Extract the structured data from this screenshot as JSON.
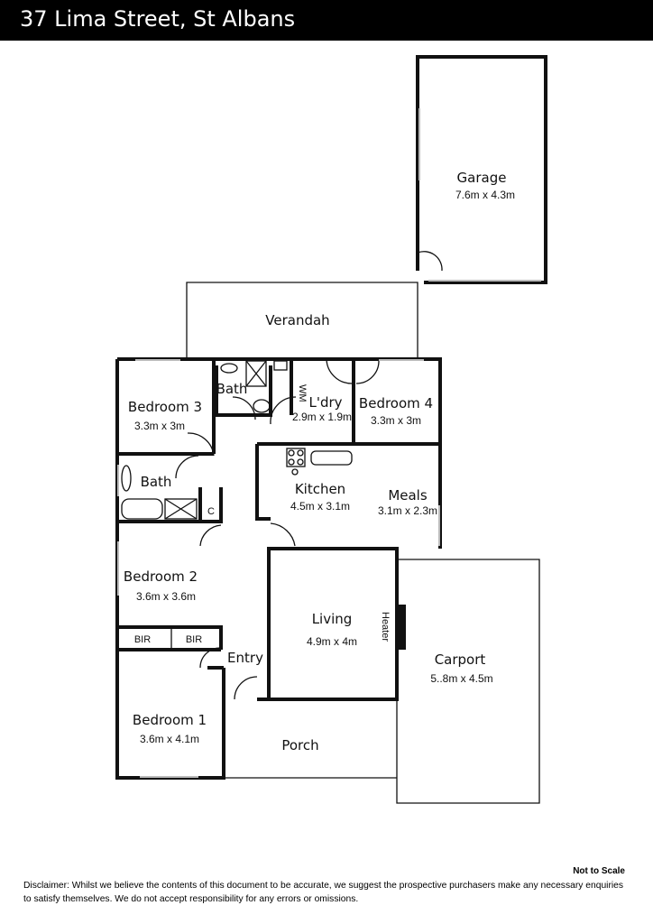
{
  "title": "37 Lima Street, St Albans",
  "rooms": {
    "garage": {
      "name": "Garage",
      "dim": "7.6m x 4.3m"
    },
    "verandah": {
      "name": "Verandah"
    },
    "bedroom3": {
      "name": "Bedroom 3",
      "dim": "3.3m x 3m"
    },
    "bath1": {
      "name": "Bath"
    },
    "laundry": {
      "name": "L'dry",
      "dim": "2.9m x 1.9m",
      "wm": "WM"
    },
    "bedroom4": {
      "name": "Bedroom 4",
      "dim": "3.3m x 3m"
    },
    "bath2": {
      "name": "Bath",
      "cupboard": "C"
    },
    "kitchen": {
      "name": "Kitchen",
      "dim": "4.5m x 3.1m"
    },
    "meals": {
      "name": "Meals",
      "dim": "3.1m x 2.3m"
    },
    "bedroom2": {
      "name": "Bedroom 2",
      "dim": "3.6m x 3.6m"
    },
    "bir1": "BIR",
    "bir2": "BIR",
    "living": {
      "name": "Living",
      "dim": "4.9m x 4m",
      "heater": "Heater"
    },
    "entry": {
      "name": "Entry"
    },
    "carport": {
      "name": "Carport",
      "dim": "5..8m x 4.5m"
    },
    "bedroom1": {
      "name": "Bedroom 1",
      "dim": "3.6m x 4.1m"
    },
    "porch": {
      "name": "Porch"
    }
  },
  "footer": {
    "not_to_scale": "Not to Scale",
    "disclaimer": "Disclaimer: Whilst we believe the contents of this document to be accurate, we suggest the prospective purchasers make any necessary enquiries to satisfy themselves. We do not accept responsibility for any errors or omissions."
  }
}
